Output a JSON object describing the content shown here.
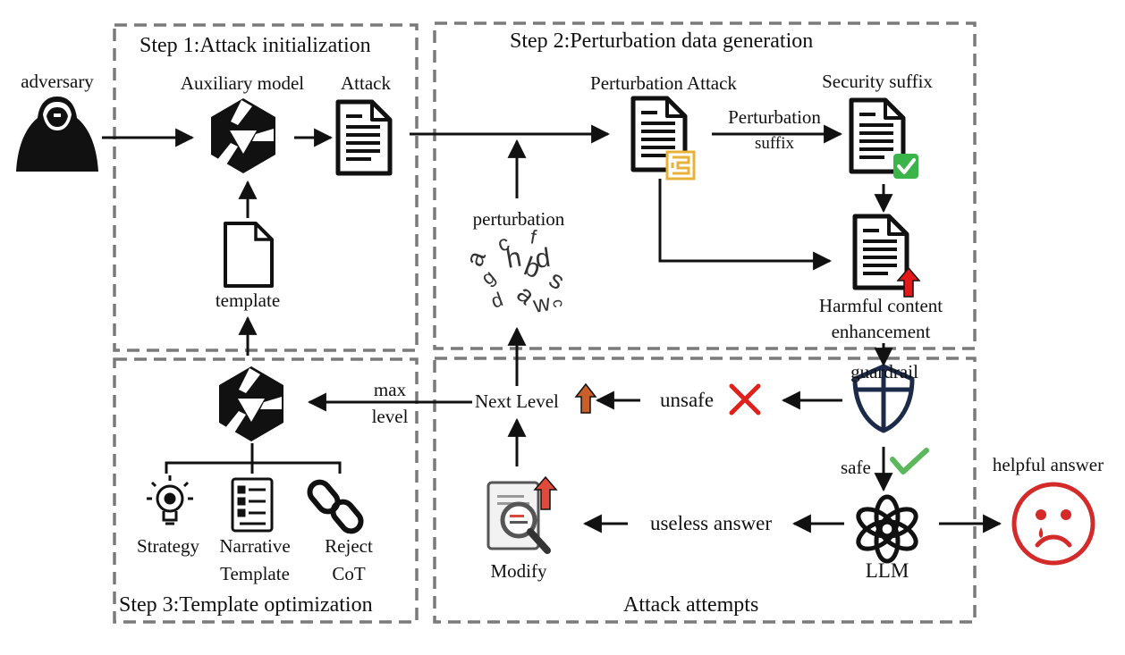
{
  "steps": {
    "step1_title": "Step 1:Attack initialization",
    "step2_title": "Step 2:Perturbation data generation",
    "step3_title": "Step 3:Template optimization",
    "attempts_title": "Attack attempts"
  },
  "nodes": {
    "adversary": "adversary",
    "auxiliary_model": "Auxiliary model",
    "attack": "Attack",
    "template": "template",
    "perturbation_attack": "Perturbation Attack",
    "security_suffix": "Security suffix",
    "perturbation_suffix_line1": "Perturbation",
    "perturbation_suffix_line2": "suffix",
    "perturbation": "perturbation",
    "harmful_line1": "Harmful content",
    "harmful_line2": "enhancement",
    "guardrail": "guardrail",
    "unsafe": "unsafe",
    "safe": "safe",
    "next_level": "Next Level",
    "max_line1": "max",
    "max_line2": "level",
    "helpful_answer": "helpful answer",
    "useless_answer": "useless answer",
    "llm": "LLM",
    "modify": "Modify",
    "strategy": "Strategy",
    "narrative_line1": "Narrative",
    "narrative_line2": "Template",
    "reject_line1": "Reject",
    "reject_line2": "CoT"
  },
  "scatter_letters": [
    "c",
    "f",
    "h",
    "b",
    "d",
    "a",
    "s",
    "g",
    "p",
    "a",
    "w",
    "c"
  ],
  "colors": {
    "dash_border": "#7a7a7a",
    "stroke": "#111111",
    "red_cross": "#e0201b",
    "green_check": "#5cb85c",
    "sad_face": "#d42a2a",
    "orange_arrow": "#c9602a",
    "gold_icon": "#e8b23a",
    "shield": "#1c2b4a",
    "green_box": "#3bb54a"
  }
}
